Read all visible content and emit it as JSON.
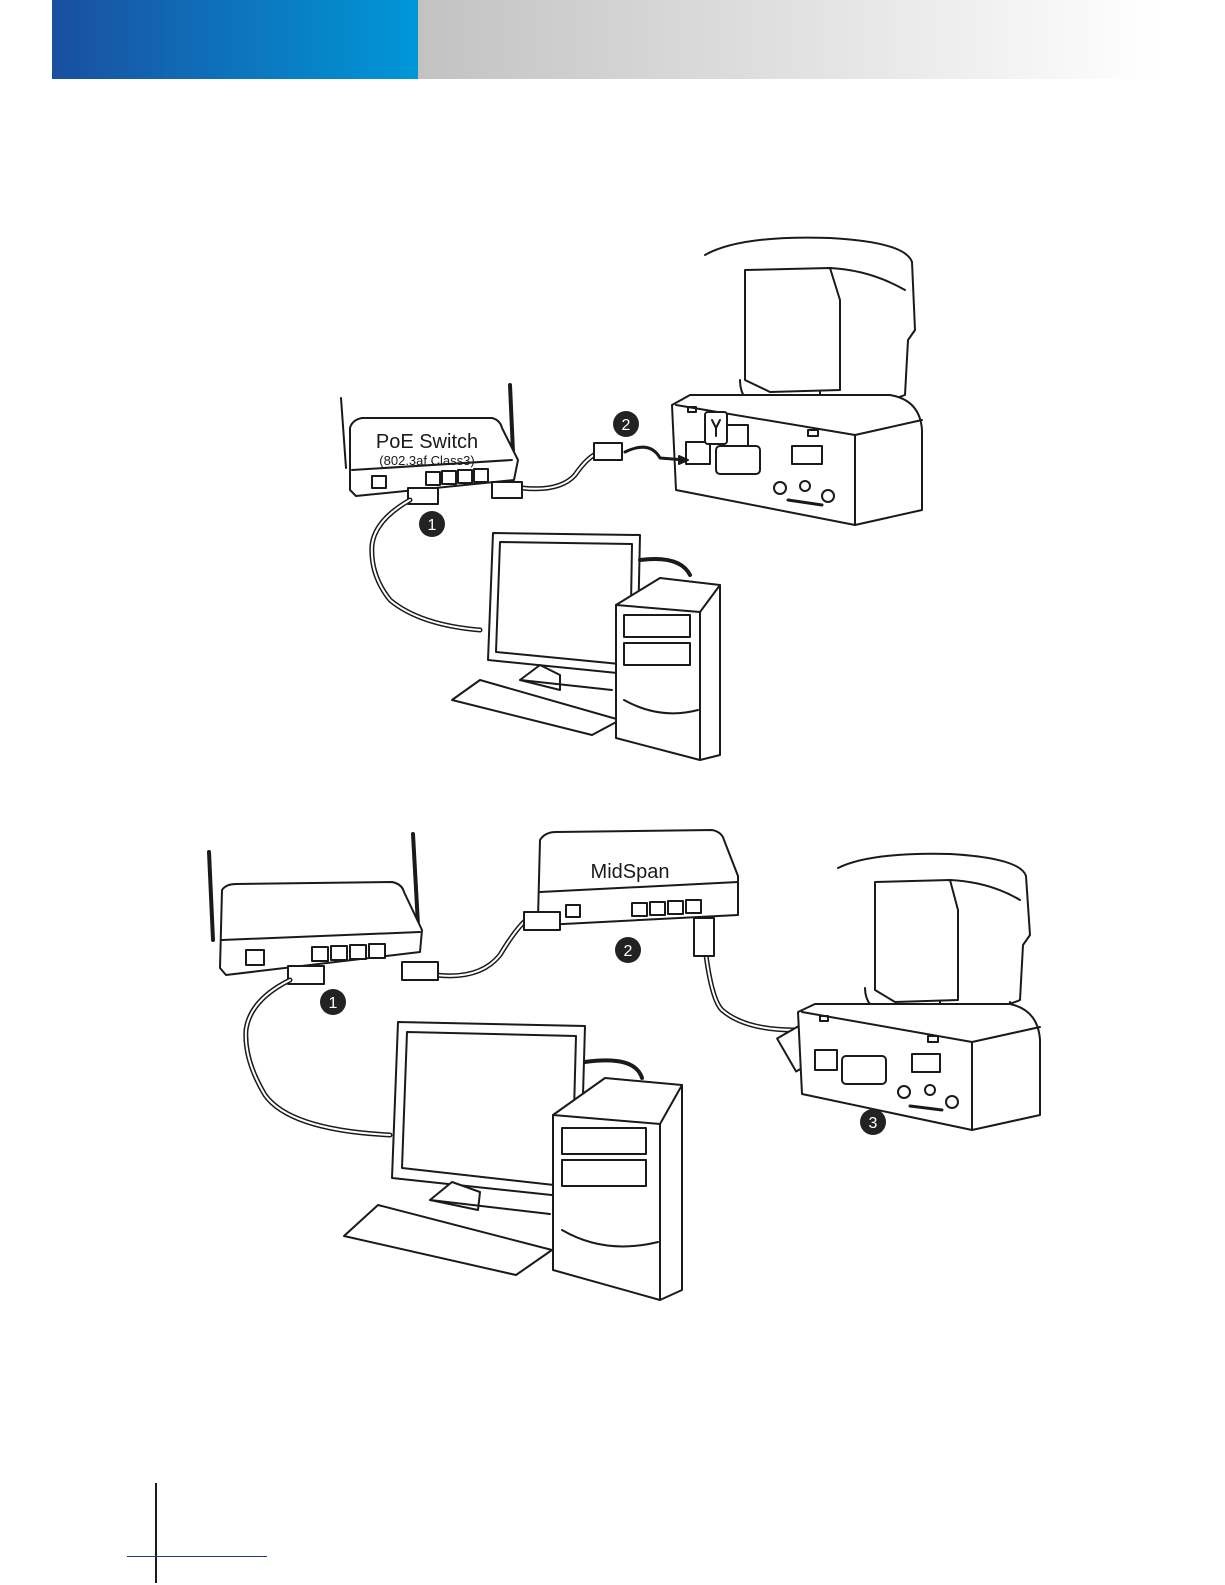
{
  "colors": {
    "header_blue_start": "#1a4fa0",
    "header_blue_end": "#0097d8",
    "header_gray_start": "#c2c2c2",
    "header_gray_end": "#ffffff",
    "line": "#1a1a1a",
    "badge": "#222222",
    "footer_rule": "#1e3a8a"
  },
  "diagram1": {
    "switch_title": "PoE Switch",
    "switch_subtitle": "(802.3af Class3)",
    "step1": "1",
    "step2": "2"
  },
  "diagram2": {
    "midspan_label": "MidSpan",
    "step1": "1",
    "step2": "2",
    "step3": "3"
  }
}
